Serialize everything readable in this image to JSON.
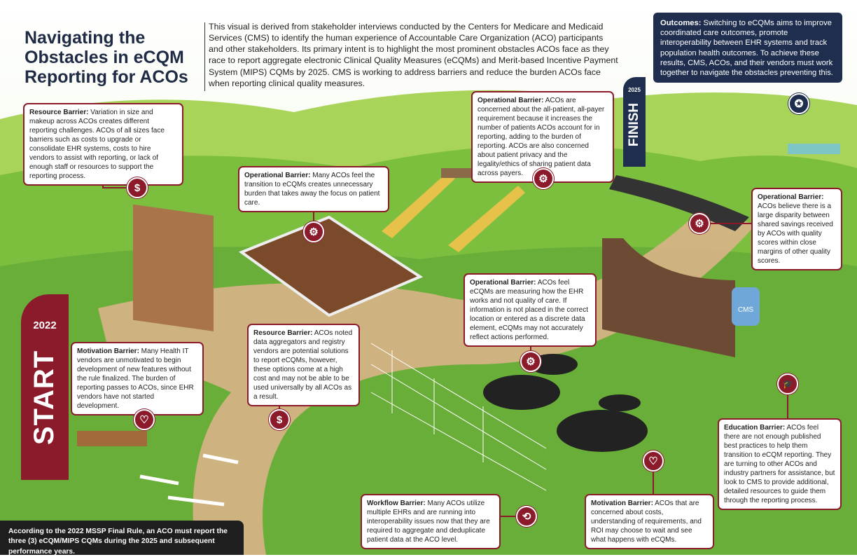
{
  "title": "Navigating the Obstacles in eCQM Reporting for ACOs",
  "intro": "This visual is derived from stakeholder interviews conducted by the Centers for Medicare and Medicaid Services (CMS) to identify the human experience of Accountable Care Organization (ACO) participants and other stakeholders. Its primary intent is to highlight the most prominent obstacles ACOs face as they race to report aggregate electronic Clinical Quality Measures (eCQMs) and Merit-based Incentive Payment System (MIPS) CQMs by 2025. CMS is working to address barriers and reduce the burden ACOs face when reporting clinical quality measures.",
  "outcomes": {
    "label": "Outcomes:",
    "text": " Switching to eCQMs aims to improve coordinated care outcomes, promote interoperability between EHR systems and track population health outcomes. To achieve these results, CMS, ACOs, and their vendors must work together to navigate the obstacles preventing this."
  },
  "start": {
    "year": "2022",
    "label": "START"
  },
  "finish": {
    "year": "2025",
    "label": "FINISH"
  },
  "barriers": [
    {
      "label": "Resource Barrier:",
      "text": " Variation in size and makeup across ACOs creates different reporting challenges. ACOs of all sizes face barriers such as costs to upgrade or consolidate EHR systems, costs to hire vendors to assist with reporting, or lack of enough staff or resources to support the reporting process.",
      "icon": "dollar-icon"
    },
    {
      "label": "Operational Barrier:",
      "text": " Many ACOs feel the transition to eCQMs creates unnecessary burden that takes away the focus on patient care.",
      "icon": "gear-icon"
    },
    {
      "label": "Operational Barrier:",
      "text": " ACOs are concerned about the all-patient, all-payer requirement because it increases the number of patients ACOs account for in reporting, adding to the burden of reporting. ACOs are also concerned about patient privacy and the legality/ethics of sharing patient data across payers.",
      "icon": "gear-icon"
    },
    {
      "label": "Operational Barrier:",
      "text": " ACOs believe there is a large disparity between shared savings received by ACOs with quality scores within close margins of other quality scores.",
      "icon": "gear-icon"
    },
    {
      "label": "Operational Barrier:",
      "text": " ACOs feel eCQMs are measuring how the EHR works and not quality of care. If information is not placed in the correct location or entered as a discrete data element, eCQMs may not accurately reflect actions performed.",
      "icon": "gear-icon"
    },
    {
      "label": "Resource Barrier:",
      "text": " ACOs noted data aggregators and registry vendors are potential solutions to report eCQMs, however, these options come at a high cost and may not be able to be used universally by all ACOs as a result.",
      "icon": "dollar-icon"
    },
    {
      "label": "Motivation Barrier:",
      "text": " Many Health IT vendors are unmotivated to begin development of new features without the rule finalized. The burden of reporting passes to ACOs, since EHR vendors have not started development.",
      "icon": "heart-icon"
    },
    {
      "label": "Education Barrier:",
      "text": " ACOs feel there are not enough published best practices to help them transition to eCQM reporting. They are turning to other ACOs and industry partners for assistance, but look to CMS to provide additional, detailed resources to guide them through the reporting process.",
      "icon": "graduation-cap-icon"
    },
    {
      "label": "Workflow Barrier:",
      "text": " Many ACOs utilize multiple EHRs and are running into interoperability issues now that they are required to aggregate and deduplicate patient data at the ACO level.",
      "icon": "cycle-icon"
    },
    {
      "label": "Motivation Barrier:",
      "text": " ACOs that are concerned about costs, understanding of requirements, and ROI may choose to wait and see what happens with eCQMs.",
      "icon": "heart-icon"
    }
  ],
  "icons": {
    "dollar": "$",
    "gear": "⚙",
    "heart": "♡",
    "cap": "🎓",
    "cycle": "⟲",
    "badge": "✪"
  },
  "water_label": "CMS",
  "footer": "According to the 2022 MSSP Final Rule, an ACO must report the three (3) eCQM/MIPS CQMs during the 2025 and subsequent performance years.",
  "colors": {
    "accent": "#8b1a2b",
    "navy": "#1f2d4e",
    "grass": "#6aae3a",
    "dirt": "#d9b48a"
  }
}
